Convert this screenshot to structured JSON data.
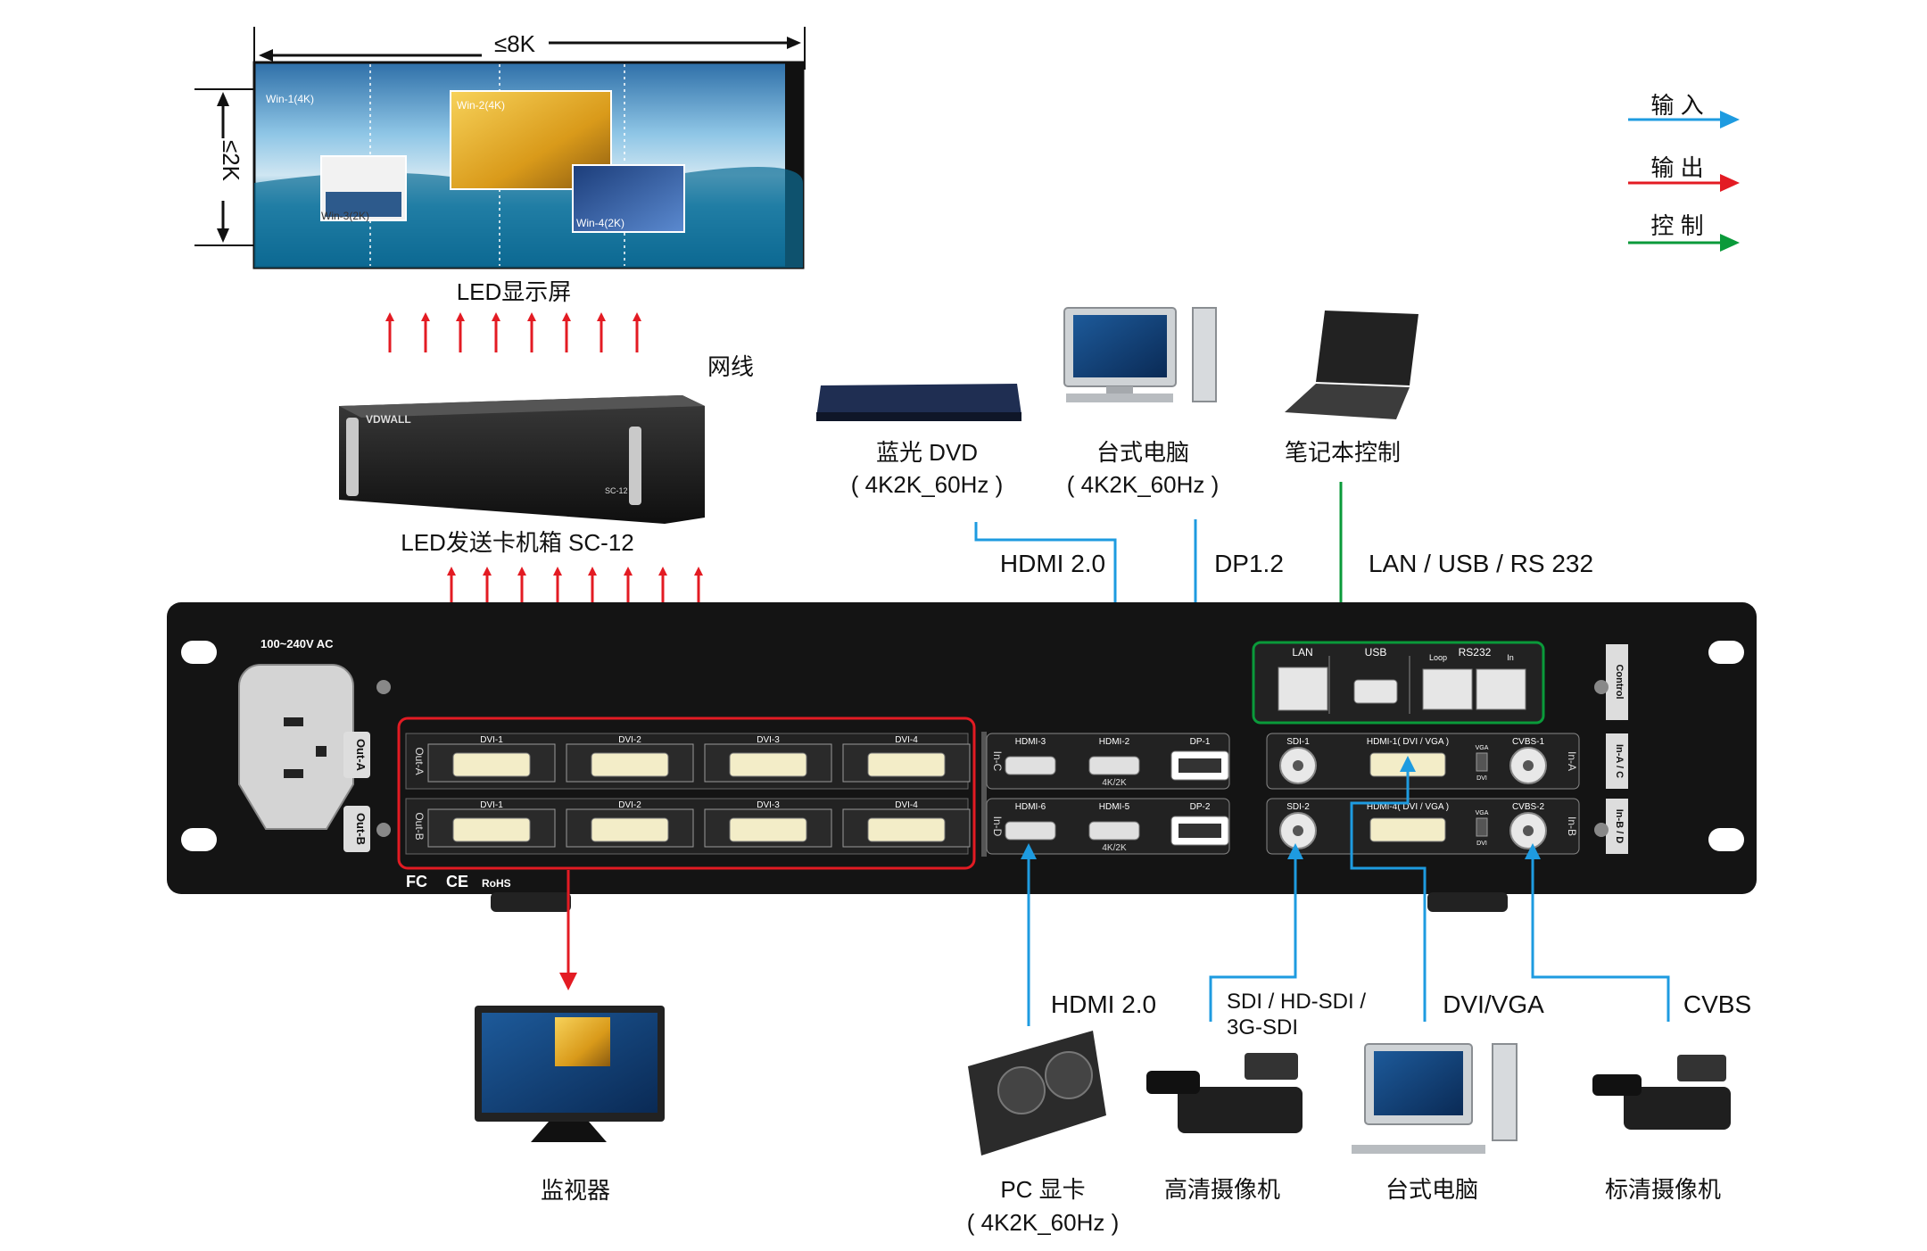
{
  "led_screen": {
    "width_label": "≤8K",
    "height_label": "≤2K",
    "title": "LED显示屏",
    "windows": [
      "Win-1(4K)",
      "Win-2(4K)",
      "Win-3(2K)",
      "Win-4(2K)"
    ]
  },
  "legend": {
    "input": "输 入",
    "output": "输 出",
    "control": "控 制",
    "colors": {
      "input": "#1e9be0",
      "output": "#e31b23",
      "control": "#0a9a3a"
    }
  },
  "sender_box": {
    "network_label": "网线",
    "title": "LED发送卡机箱  SC-12",
    "brand": "VDWALL",
    "model": "SC-12"
  },
  "top_sources": [
    {
      "name": "蓝光 DVD",
      "spec": "( 4K2K_60Hz )",
      "link": "HDMI 2.0"
    },
    {
      "name": "台式电脑",
      "spec": "( 4K2K_60Hz )",
      "link": "DP1.2"
    },
    {
      "name": "笔记本控制",
      "spec": "",
      "link": "LAN / USB / RS 232"
    }
  ],
  "device": {
    "power_label": "100~240V  AC",
    "out_labels": [
      "Out-A",
      "Out-B"
    ],
    "dvi_row_a": [
      "DVI-1",
      "DVI-2",
      "DVI-3",
      "DVI-4"
    ],
    "dvi_row_b": [
      "DVI-1",
      "DVI-2",
      "DVI-3",
      "DVI-4"
    ],
    "in_cd_row1": [
      "HDMI-3",
      "HDMI-2",
      "DP-1"
    ],
    "in_cd_row2": [
      "HDMI-6",
      "HDMI-5",
      "DP-2"
    ],
    "in_cd_slot_labels": [
      "In-C",
      "In-D"
    ],
    "hdmi_4k": "4K/2K",
    "in_ab_row1": [
      "SDI-1",
      "HDMI-1( DVI / VGA )",
      "CVBS-1"
    ],
    "in_ab_row2": [
      "SDI-2",
      "HDMI-4( DVI / VGA )",
      "CVBS-2"
    ],
    "in_ab_slot_labels": [
      "In-A",
      "In-B"
    ],
    "vga_dvi": [
      "VGA",
      "DVI"
    ],
    "control_labels": {
      "lan": "LAN",
      "usb": "USB",
      "rs232": "RS232",
      "loop": "Loop",
      "in": "In",
      "control": "Control"
    },
    "side_labels": [
      "In-A / C",
      "In-B / D"
    ],
    "certs": [
      "FC",
      "CE",
      "RoHS"
    ]
  },
  "monitor": {
    "name": "监视器"
  },
  "bottom_sources": [
    {
      "name": "PC 显卡",
      "spec": "( 4K2K_60Hz )",
      "link": "HDMI 2.0"
    },
    {
      "name": "高清摄像机",
      "spec": "",
      "link": "SDI / HD-SDI /",
      "link2": "3G-SDI"
    },
    {
      "name": "台式电脑",
      "spec": "",
      "link": "DVI/VGA"
    },
    {
      "name": "标清摄像机",
      "spec": "",
      "link": "CVBS"
    }
  ]
}
